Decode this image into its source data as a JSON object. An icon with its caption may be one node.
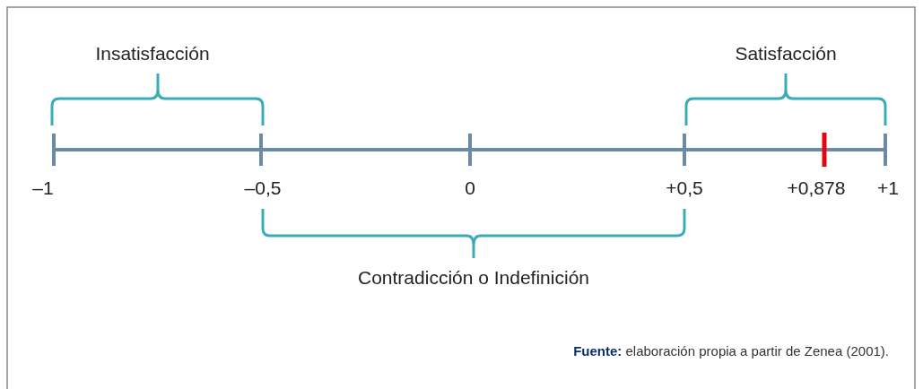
{
  "diagram": {
    "caption": "**Fuente:** elaboración propia a partir de Zenea (2001).",
    "labels": [
      "Insatisfacción",
      "Satisfacción",
      "–1",
      "–0,5",
      "0",
      "+0,5",
      "+0,878",
      "+1",
      "Contradicción o Indefinición"
    ]
  }
}
